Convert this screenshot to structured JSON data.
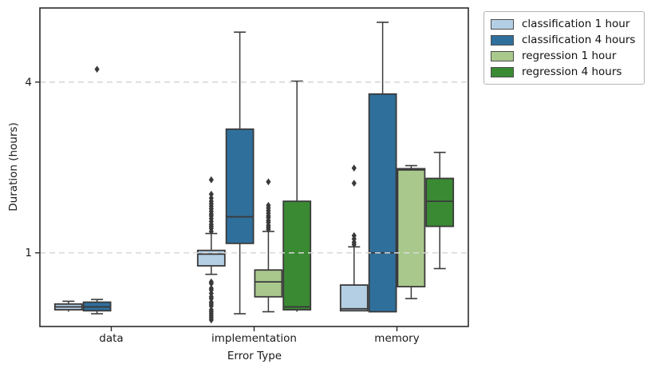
{
  "chart_data": {
    "type": "boxplot",
    "title": "",
    "xlabel": "Error Type",
    "ylabel": "Duration (hours)",
    "yscale": "log",
    "ylim": [
      0.55,
      7.3
    ],
    "ytick_values": [
      1,
      4
    ],
    "ytick_labels": [
      "1",
      "4"
    ],
    "grid": "horizontal-dashed",
    "grid_color": "#d8d8d8",
    "edge_color": "#3a3a3a",
    "flier_marker": "diamond",
    "legend_position": "upper-right-outside",
    "categories": [
      "data",
      "implementation",
      "memory"
    ],
    "series": [
      {
        "name": "classification 1 hour",
        "color": "#b4cfe4",
        "boxes": [
          {
            "whislo": 0.62,
            "q1": 0.63,
            "med": 0.645,
            "q3": 0.66,
            "whishi": 0.675,
            "fliers": []
          },
          {
            "whislo": 0.84,
            "q1": 0.9,
            "med": 0.99,
            "q3": 1.02,
            "whishi": 1.17,
            "fliers": [
              1.81,
              1.61,
              1.56,
              1.52,
              1.49,
              1.46,
              1.43,
              1.4,
              1.37,
              1.35,
              1.32,
              1.29,
              1.26,
              1.24,
              1.22,
              1.19,
              0.79,
              0.78,
              0.75,
              0.74,
              0.72,
              0.7,
              0.69,
              0.67,
              0.66,
              0.65,
              0.63,
              0.62,
              0.61,
              0.6,
              0.59,
              0.58
            ]
          },
          {
            "whislo": 0.625,
            "q1": 0.625,
            "med": 0.635,
            "q3": 0.77,
            "whishi": 1.05,
            "fliers": [
              1.99,
              1.76,
              1.15,
              1.12,
              1.09,
              1.07
            ]
          }
        ]
      },
      {
        "name": "classification 4 hours",
        "color": "#2f6f9c",
        "boxes": [
          {
            "whislo": 0.61,
            "q1": 0.625,
            "med": 0.645,
            "q3": 0.67,
            "whishi": 0.685,
            "fliers": [
              4.44
            ]
          },
          {
            "whislo": 0.61,
            "q1": 1.08,
            "med": 1.34,
            "q3": 2.73,
            "whishi": 6.0,
            "fliers": []
          },
          {
            "whislo": 0.62,
            "q1": 0.62,
            "med": 1.0,
            "q3": 3.63,
            "whishi": 6.5,
            "fliers": []
          }
        ]
      },
      {
        "name": "regression 1 hour",
        "color": "#a9c98c",
        "boxes": [
          null,
          {
            "whislo": 0.62,
            "q1": 0.7,
            "med": 0.79,
            "q3": 0.87,
            "whishi": 1.19,
            "fliers": [
              1.78,
              1.47,
              1.44,
              1.41,
              1.38,
              1.35,
              1.33,
              1.3,
              1.28,
              1.25,
              1.23,
              1.21
            ]
          },
          {
            "whislo": 0.69,
            "q1": 0.76,
            "med": 1.96,
            "q3": 1.98,
            "whishi": 2.03,
            "fliers": []
          }
        ]
      },
      {
        "name": "regression 4 hours",
        "color": "#3a8a34",
        "boxes": [
          null,
          {
            "whislo": 0.62,
            "q1": 0.63,
            "med": 0.645,
            "q3": 1.52,
            "whishi": 4.03,
            "fliers": []
          },
          {
            "whislo": 0.88,
            "q1": 1.24,
            "med": 1.52,
            "q3": 1.83,
            "whishi": 2.26,
            "fliers": []
          }
        ]
      }
    ]
  }
}
